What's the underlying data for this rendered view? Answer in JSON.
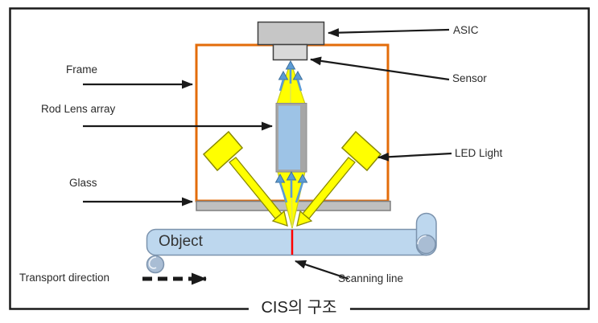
{
  "title": "CIS의 구조",
  "labels": {
    "frame": "Frame",
    "rod_lens": "Rod Lens array",
    "glass": "Glass",
    "asic": "ASIC",
    "sensor": "Sensor",
    "led": "LED Light",
    "object": "Object",
    "transport": "Transport direction",
    "scanning": "Scanning line"
  },
  "colors": {
    "frame_stroke": "#E36C0A",
    "yellow": "#FFFF00",
    "yellow_edge": "#8a8a00",
    "cone_edge": "#c9cc16",
    "lens_blue": "#9DC3E6",
    "lens_gray": "#A6A6A6",
    "object_fill": "#BDD7EE",
    "object_stroke": "#7C93AD",
    "curl_fill": "#A9BDD4",
    "glass_fill": "#BFBFBF",
    "asic_fill": "#C6C6C6",
    "sensor_fill": "#D9D9D9",
    "arrow_blue": "#5B9BD5",
    "arrow_blue_edge": "#41719C",
    "scan_red": "#FF0000",
    "line_black": "#1a1a1a"
  }
}
